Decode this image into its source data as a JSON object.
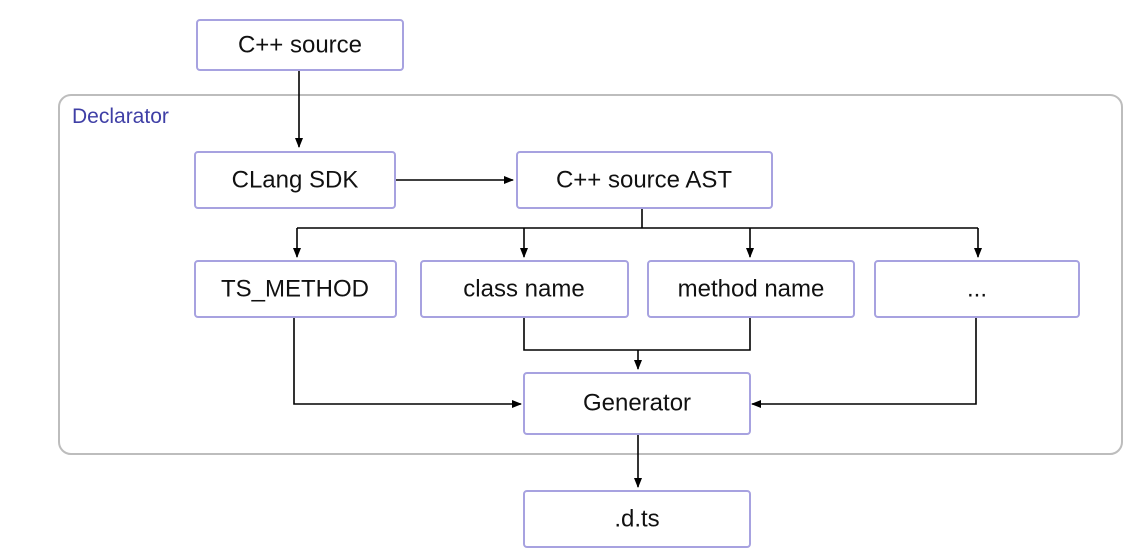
{
  "group": {
    "label": "Declarator"
  },
  "nodes": {
    "cpp_source": "C++ source",
    "clang_sdk": "CLang SDK",
    "cpp_source_ast": "C++ source AST",
    "ts_method": "TS_METHOD",
    "class_name": "class name",
    "method_name": "method name",
    "more": "...",
    "generator": "Generator",
    "dts": ".d.ts"
  },
  "colors": {
    "node_border": "#a7a2e0",
    "group_border": "#bdbdbd",
    "group_label": "#3f3fa6",
    "arrow": "#000000"
  }
}
